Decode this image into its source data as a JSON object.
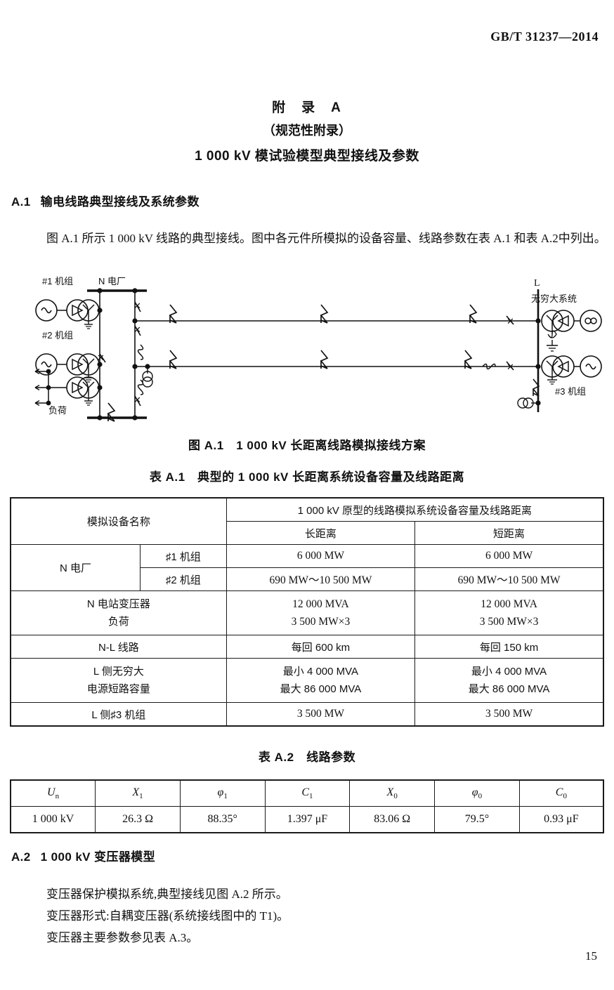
{
  "header": {
    "standard_no": "GB/T 31237—2014"
  },
  "annex": {
    "title": "附　录　A",
    "subtitle": "（规范性附录）",
    "name": "1 000 kV 模试验模型典型接线及参数"
  },
  "sections": {
    "a1": {
      "number": "A.1",
      "title": "输电线路典型接线及系统参数",
      "paragraph": "图 A.1 所示 1 000 kV 线路的典型接线。图中各元件所模拟的设备容量、线路参数在表 A.1 和表 A.2中列出。"
    },
    "a2": {
      "number": "A.2",
      "title": "1 000 kV 变压器模型",
      "lines": [
        "变压器保护模拟系统,典型接线见图 A.2 所示。",
        "变压器形式:自耦变压器(系统接线图中的 T1)。",
        "变压器主要参数参见表 A.3。"
      ]
    }
  },
  "figure": {
    "caption": "图 A.1　1 000 kV 长距离线路模拟接线方案",
    "labels": {
      "unit1": "#1 机组",
      "unit2": "#2 机组",
      "load": "负荷",
      "plant_n": "N 电厂",
      "bus_l": "L",
      "infinite_system": "无穷大系统",
      "unit3": "#3 机组"
    }
  },
  "table_a1": {
    "caption": "表 A.1　典型的 1 000 kV 长距离系统设备容量及线路距离",
    "header": {
      "col1": "模拟设备名称",
      "group": "1 000 kV 原型的线路模拟系统设备容量及线路距离",
      "sub1": "长距离",
      "sub2": "短距离"
    },
    "rows": [
      {
        "name": "N 电厂",
        "sub_rows": [
          {
            "sub": "♯1 机组",
            "long": "6 000 MW",
            "short": "6 000 MW"
          },
          {
            "sub": "♯2 机组",
            "long": "690 MW～10 500 MW",
            "short": "690 MW～10 500 MW"
          }
        ]
      },
      {
        "name_lines": [
          "N 电站变压器",
          "负荷"
        ],
        "long_lines": [
          "12 000 MVA",
          "3 500 MW×3"
        ],
        "short_lines": [
          "12 000 MVA",
          "3 500 MW×3"
        ]
      },
      {
        "name_lines": [
          "N-L 线路"
        ],
        "long_lines": [
          "每回 600 km"
        ],
        "short_lines": [
          "每回 150 km"
        ]
      },
      {
        "name_lines": [
          "L 侧无穷大",
          "电源短路容量"
        ],
        "long_lines": [
          "最小 4 000 MVA",
          "最大 86 000 MVA"
        ],
        "short_lines": [
          "最小 4 000 MVA",
          "最大 86 000 MVA"
        ]
      },
      {
        "name_lines": [
          "L 侧♯3 机组"
        ],
        "long_lines": [
          "3 500 MW"
        ],
        "short_lines": [
          "3 500 MW"
        ]
      }
    ]
  },
  "table_a2": {
    "caption": "表 A.2　线路参数",
    "headers": [
      "U",
      "X",
      "φ",
      "C",
      "X",
      "φ",
      "C"
    ],
    "header_subs": [
      "n",
      "1",
      "1",
      "1",
      "0",
      "0",
      "0"
    ],
    "values": [
      "1 000 kV",
      "26.3 Ω",
      "88.35°",
      "1.397 μF",
      "83.06 Ω",
      "79.5°",
      "0.93 μF"
    ]
  },
  "footer": {
    "page_number": "15"
  }
}
